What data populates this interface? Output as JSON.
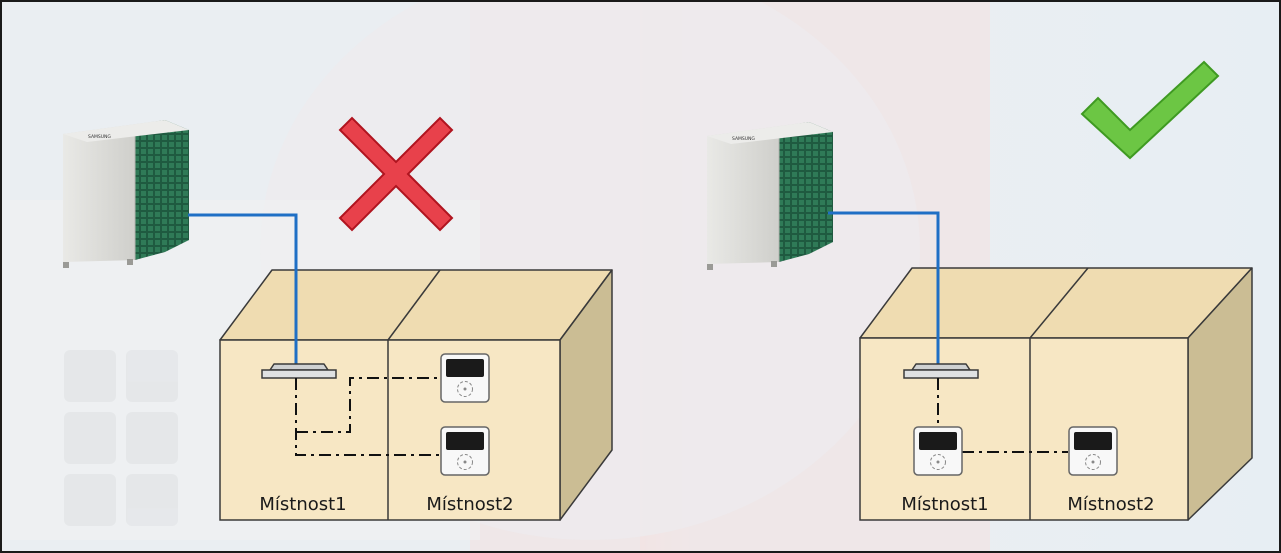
{
  "diagrams": [
    {
      "verdict": "incorrect",
      "mark_icon": "cross-icon",
      "mark_color": "#e8414b",
      "room_labels": [
        "Místnost1",
        "Místnost2"
      ]
    },
    {
      "verdict": "correct",
      "mark_icon": "checkmark-icon",
      "mark_color": "#6cc644",
      "room_labels": [
        "Místnost1",
        "Místnost2"
      ]
    }
  ],
  "outdoor_unit": {
    "brand_text": "SAMSUNG",
    "icon": "outdoor-unit-icon"
  },
  "colors": {
    "pipe": "#1f6fc5",
    "box_front": "#f7e7c4",
    "box_top": "#efdcb1",
    "box_side": "#cbbd94",
    "outline": "#3a3a3a"
  }
}
